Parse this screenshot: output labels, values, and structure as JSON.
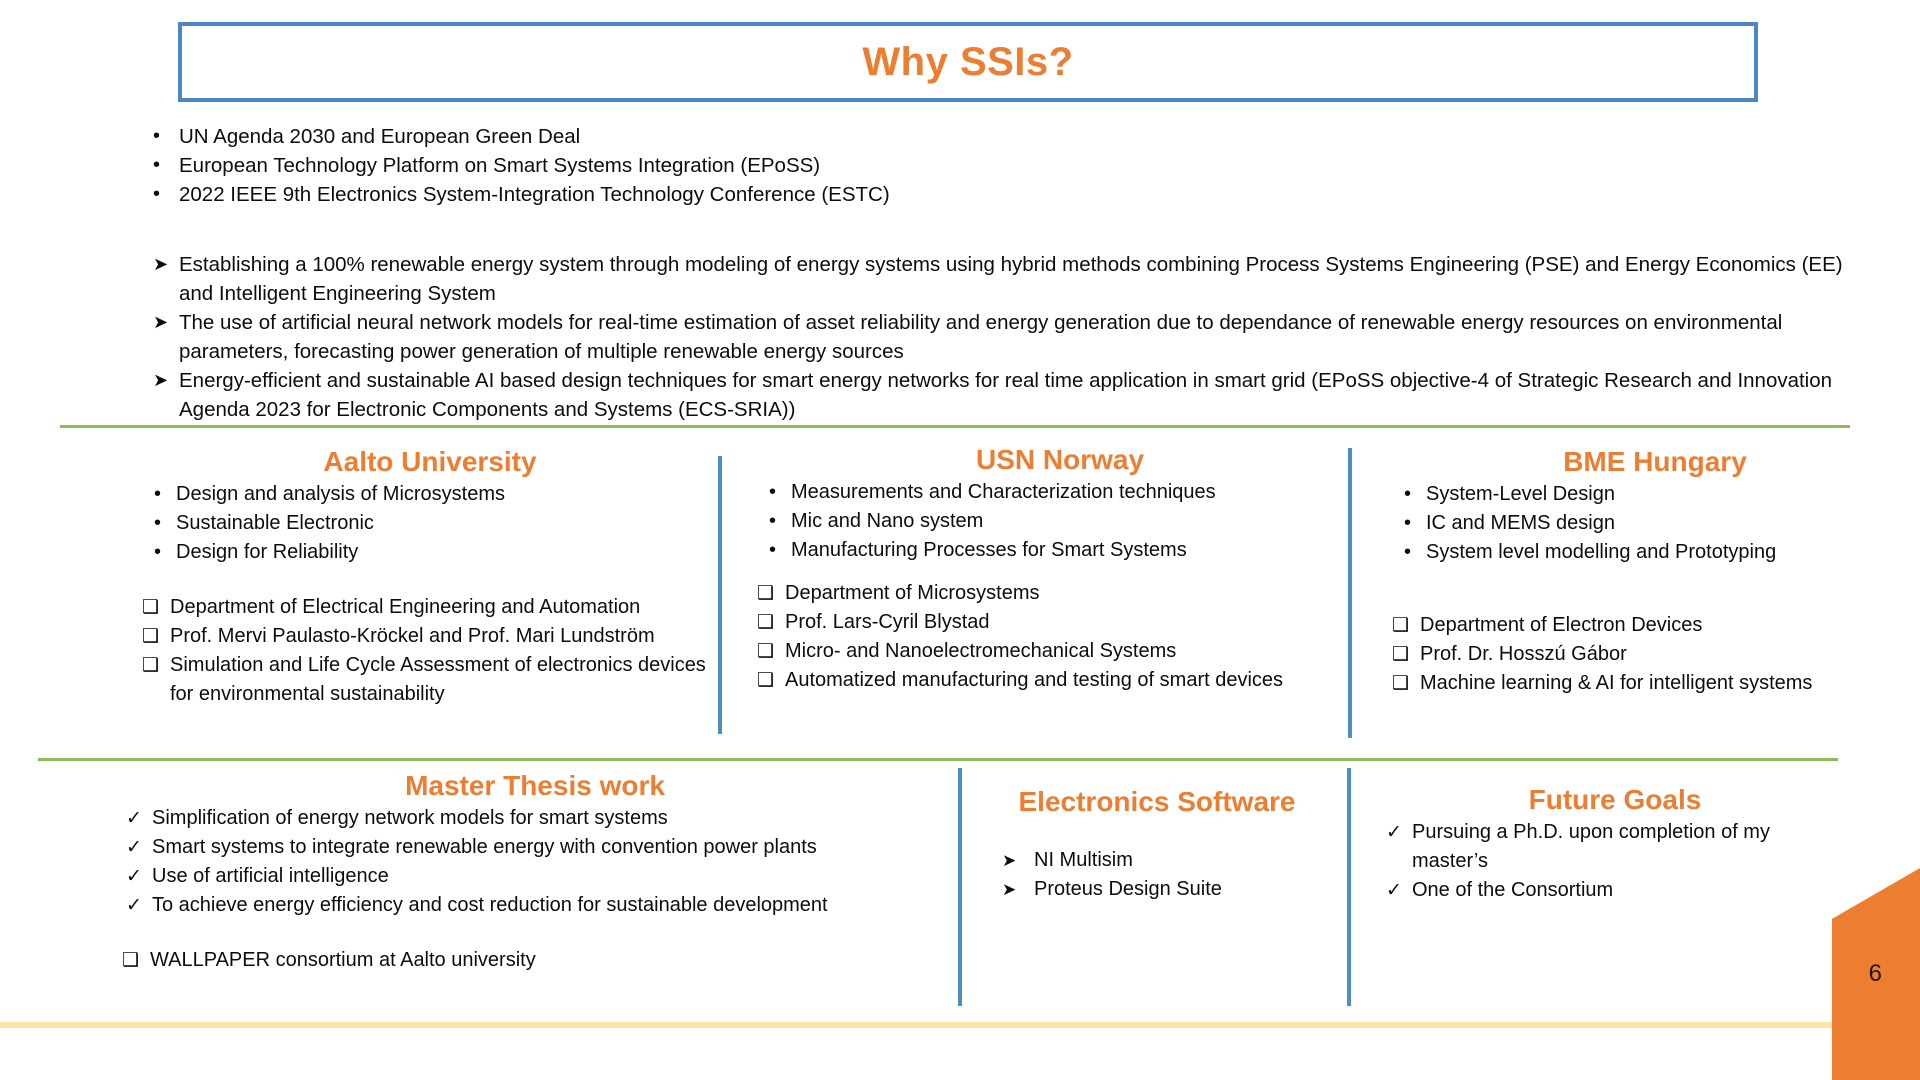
{
  "slide": {
    "title": "Why SSIs?",
    "page_number": "6",
    "accent_orange": "#ED7D31",
    "accent_blue": "#4A86C8",
    "accent_green": "#8FBC5A",
    "accent_yellow": "#FBE5A6"
  },
  "intro_bullets": [
    {
      "marker": "•",
      "text": "UN Agenda 2030 and European Green Deal"
    },
    {
      "marker": "•",
      "text": "European Technology Platform on Smart Systems Integration (EPoSS)"
    },
    {
      "marker": "•",
      "text": "2022 IEEE 9th Electronics System-Integration Technology Conference (ESTC)"
    }
  ],
  "objective_bullets": [
    {
      "marker": "➤",
      "text": "Establishing a 100% renewable energy system through modeling of energy systems using hybrid methods combining Process Systems Engineering (PSE) and Energy Economics (EE) and Intelligent Engineering System"
    },
    {
      "marker": "➤",
      "text": "The use of artificial neural network models for real-time estimation of asset reliability and energy generation due to dependance of renewable energy resources on environmental parameters, forecasting power generation of multiple renewable energy sources"
    },
    {
      "marker": "➤",
      "text": "Energy-efficient and sustainable AI based design techniques for smart energy networks for real time application in smart grid (EPoSS objective-4 of Strategic Research and Innovation Agenda 2023 for Electronic Components and Systems (ECS-SRIA))"
    }
  ],
  "partners": [
    {
      "heading": "Aalto University",
      "topics": [
        "Design and analysis of Microsystems",
        "Sustainable Electronic",
        "Design for Reliability"
      ],
      "details": [
        "Department of Electrical Engineering and Automation",
        "Prof. Mervi Paulasto-Kröckel and Prof. Mari Lundström",
        "Simulation and Life Cycle Assessment of electronics devices for environmental sustainability"
      ]
    },
    {
      "heading": "USN Norway",
      "topics": [
        "Measurements and Characterization techniques",
        "Mic and Nano system",
        "Manufacturing Processes for Smart Systems"
      ],
      "details": [
        "Department of Microsystems",
        " Prof. Lars-Cyril Blystad",
        "Micro- and Nanoelectromechanical Systems",
        "Automatized manufacturing and testing of smart devices"
      ]
    },
    {
      "heading": "BME Hungary",
      "topics": [
        "System-Level Design",
        "IC and MEMS design",
        "System level modelling and Prototyping"
      ],
      "details": [
        "Department of Electron Devices",
        "Prof. Dr. Hosszú Gábor",
        "Machine learning & AI for intelligent systems"
      ]
    }
  ],
  "master_thesis": {
    "heading": "Master Thesis work",
    "checks": [
      "Simplification of energy network models for smart systems",
      "Smart systems to integrate renewable energy with convention power plants",
      "Use of artificial intelligence",
      "To achieve energy efficiency and cost reduction for sustainable development"
    ],
    "details": [
      "WALLPAPER consortium at Aalto university"
    ]
  },
  "electronics_software": {
    "heading": "Electronics Software",
    "items": [
      "NI Multisim",
      "Proteus Design Suite"
    ]
  },
  "future_goals": {
    "heading": "Future Goals",
    "items": [
      "Pursuing a Ph.D. upon completion of my master’s",
      "One of the Consortium"
    ]
  },
  "markers": {
    "bullet": "•",
    "arrow": "➤",
    "box": "❑",
    "check": "✓"
  }
}
